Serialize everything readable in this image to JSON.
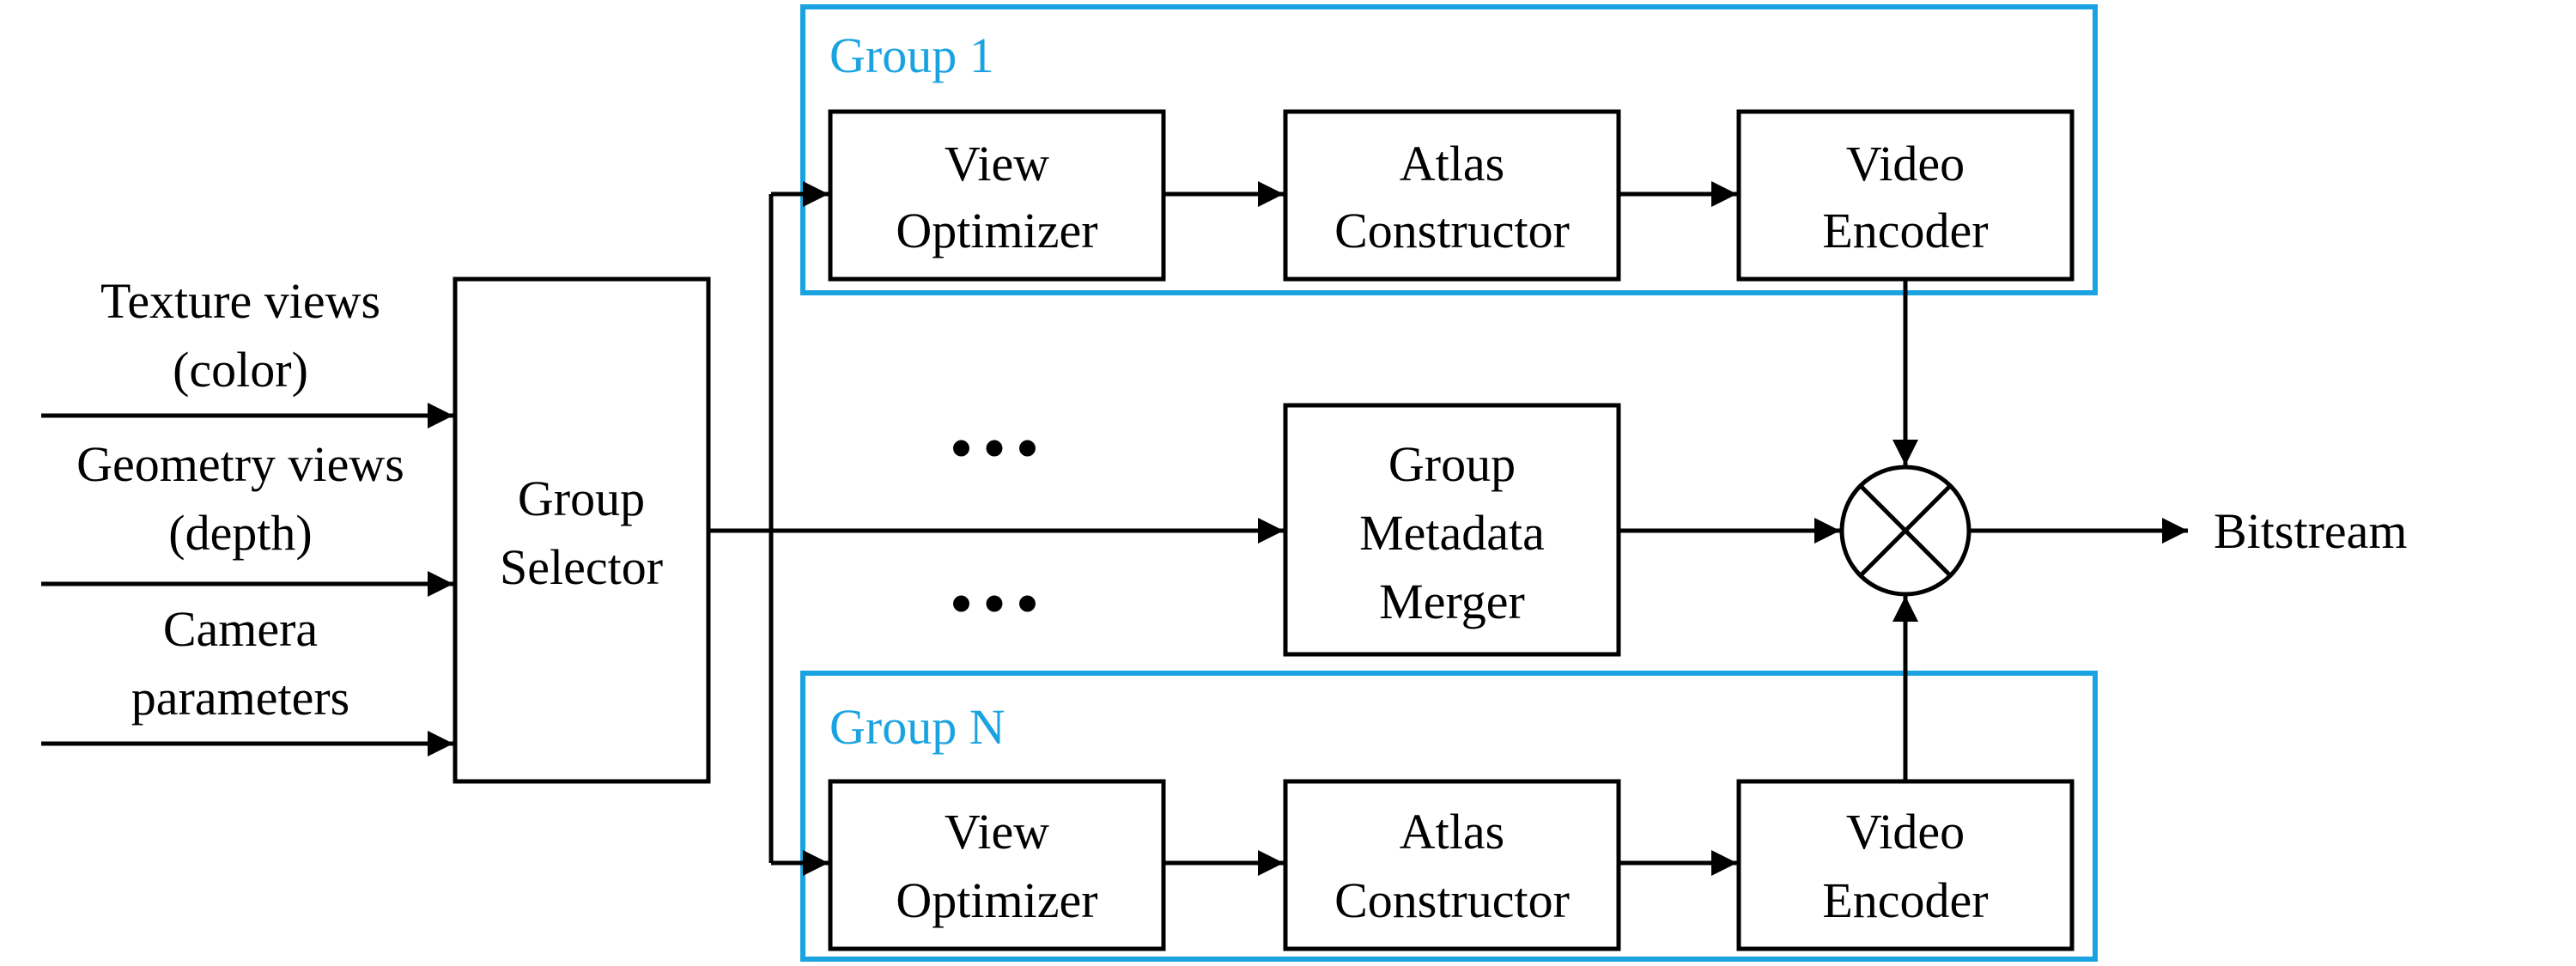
{
  "inputs": {
    "texture": [
      "Texture views",
      "(color)"
    ],
    "geometry": [
      "Geometry views",
      "(depth)"
    ],
    "camera": [
      "Camera",
      "parameters"
    ]
  },
  "selector": [
    "Group",
    "Selector"
  ],
  "group1": {
    "title": "Group 1",
    "view_optimizer": [
      "View",
      "Optimizer"
    ],
    "atlas_constructor": [
      "Atlas",
      "Constructor"
    ],
    "video_encoder": [
      "Video",
      "Encoder"
    ]
  },
  "groupN": {
    "title": "Group N",
    "view_optimizer": [
      "View",
      "Optimizer"
    ],
    "atlas_constructor": [
      "Atlas",
      "Constructor"
    ],
    "video_encoder": [
      "Video",
      "Encoder"
    ]
  },
  "merger": [
    "Group",
    "Metadata",
    "Merger"
  ],
  "ellipsis": "•••",
  "output": "Bitstream",
  "colors": {
    "group_border": "#1aa3e0",
    "stroke": "#000000"
  }
}
